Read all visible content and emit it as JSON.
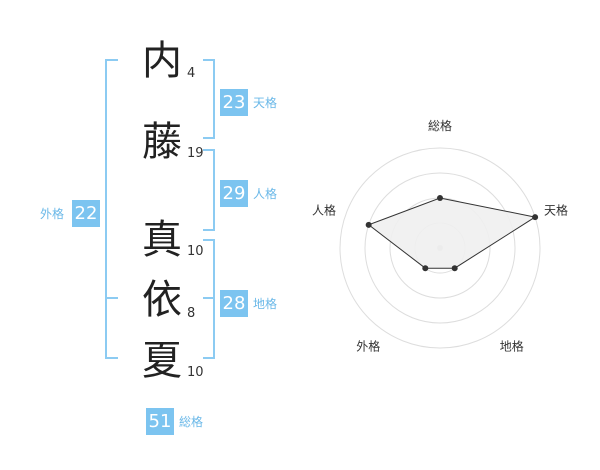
{
  "name": {
    "characters": [
      {
        "char": "内",
        "strokes": "4"
      },
      {
        "char": "藤",
        "strokes": "19"
      },
      {
        "char": "真",
        "strokes": "10"
      },
      {
        "char": "依",
        "strokes": "8"
      },
      {
        "char": "夏",
        "strokes": "10"
      }
    ]
  },
  "fortunes": {
    "tenkaku": {
      "label": "天格",
      "value": "23"
    },
    "jinkaku": {
      "label": "人格",
      "value": "29"
    },
    "chikaku": {
      "label": "地格",
      "value": "28"
    },
    "gaikaku": {
      "label": "外格",
      "value": "22"
    },
    "soukaku": {
      "label": "総格",
      "value": "51"
    }
  },
  "colors": {
    "accent": "#7cc4f0",
    "bracket": "#8ccbf2",
    "text": "#222222"
  },
  "chart_data": {
    "type": "radar",
    "axes": [
      "総格",
      "天格",
      "地格",
      "外格",
      "人格"
    ],
    "levels": 4,
    "values": [
      0.5,
      1.0,
      0.25,
      0.25,
      0.75
    ],
    "grid": true
  }
}
